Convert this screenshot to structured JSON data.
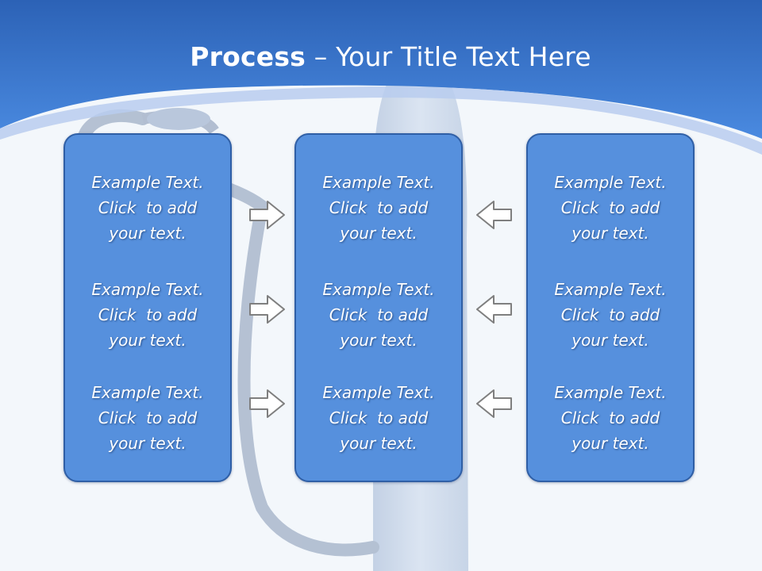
{
  "title": {
    "bold": "Process",
    "rest": " – Your Title Text Here"
  },
  "columns": [
    {
      "items": [
        [
          "Example Text.",
          "Click  to add",
          "your text."
        ],
        [
          "Example Text.",
          "Click  to add",
          "your text."
        ],
        [
          "Example Text.",
          "Click  to add",
          "your text."
        ]
      ]
    },
    {
      "items": [
        [
          "Example Text.",
          "Click  to add",
          "your text."
        ],
        [
          "Example Text.",
          "Click  to add",
          "your text."
        ],
        [
          "Example Text.",
          "Click  to add",
          "your text."
        ]
      ]
    },
    {
      "items": [
        [
          "Example Text.",
          "Click  to add",
          "your text."
        ],
        [
          "Example Text.",
          "Click  to add",
          "your text."
        ],
        [
          "Example Text.",
          "Click  to add",
          "your text."
        ]
      ]
    }
  ],
  "arrows": {
    "left_group": "arrow-right-icon",
    "right_group": "arrow-left-icon"
  },
  "colors": {
    "header": "#3b7ad6",
    "box": "#5690dd",
    "box_border": "#2f5fa6",
    "background": "#f3f7fb"
  }
}
